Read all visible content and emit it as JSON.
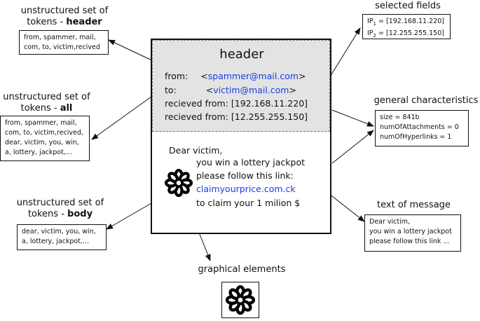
{
  "labels": {
    "header_tokens": {
      "line1": "unstructured set of",
      "line2_prefix": "tokens - ",
      "line2_bold": "header"
    },
    "all_tokens": {
      "line1": "unstructured set of",
      "line2_prefix": "tokens - ",
      "line2_bold": "all"
    },
    "body_tokens": {
      "line1": "unstructured set of",
      "line2_prefix": "tokens - ",
      "line2_bold": "body"
    },
    "selected_fields": "selected fields",
    "general_characteristics": "general characteristics",
    "text_of_message": "text of message",
    "graphical_elements": "graphical elements"
  },
  "boxes": {
    "header_tokens": [
      "from, spammer, mail,",
      "com, to, victim,recived"
    ],
    "all_tokens": [
      "from, spammer, mail,",
      "com, to, victim,recived,",
      "dear, victim, you, win,",
      "a, lottery, jackpot,..."
    ],
    "body_tokens": [
      "dear, victim, you, win,",
      "a, lottery, jackpot,..."
    ],
    "selected_fields": [
      {
        "name": "IP",
        "sub": "1",
        "value": " = [192.168.11.220]"
      },
      {
        "name": "IP",
        "sub": "2",
        "value": " = [12.255.255.150]"
      }
    ],
    "general_characteristics": [
      "size = 841b",
      "numOfAttachments = 0",
      "numOfHyperlinks = 1"
    ],
    "text_of_message": [
      "Dear victim,",
      "you win a lottery jackpot",
      "please follow this link ..."
    ]
  },
  "email": {
    "header_title": "header",
    "from_label": "from:",
    "from_value_open": "<",
    "from_value": "spammer@mail.com",
    "from_value_close": ">",
    "to_label": "to:",
    "to_value_open": "<",
    "to_value": "victim@mail.com",
    "to_value_close": ">",
    "received1_label": "recieved from:",
    "received1_value": "[192.168.11.220]",
    "received2_label": "recieved from:",
    "received2_value": "[12.255.255.150]",
    "body": {
      "greeting": "Dear victim,",
      "line1": "you win a lottery jackpot",
      "line2": "please follow this link:",
      "link": "claimyourprice.com.ck",
      "line3": "to claim your 1 milion $"
    }
  },
  "colors": {
    "link": "#1a3de0",
    "header_bg": "#e3e3e3"
  },
  "icons": {
    "flower": "flower-icon"
  }
}
